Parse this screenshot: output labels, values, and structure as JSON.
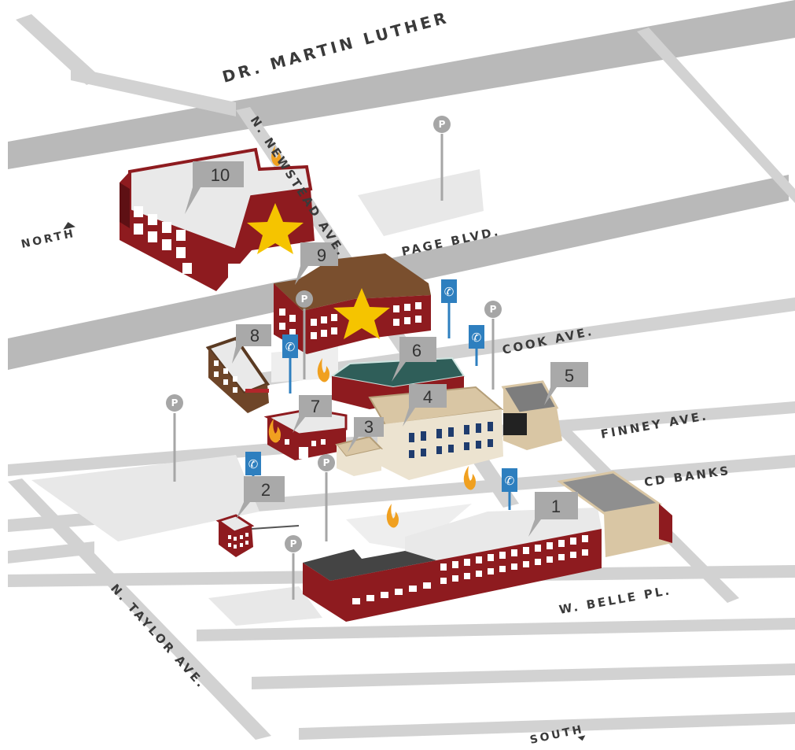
{
  "streets": {
    "mlk": "DR. MARTIN LUTHER",
    "newstead": "N. NEWSTEAD AVE.",
    "page": "PAGE BLVD.",
    "cook": "COOK AVE.",
    "finney": "FINNEY AVE.",
    "cd_banks": "CD BANKS",
    "belle": "W. BELLE PL.",
    "taylor": "N. TAYLOR AVE."
  },
  "directions": {
    "north": "NORTH",
    "south": "SOUTH"
  },
  "buildings": [
    {
      "number": "1"
    },
    {
      "number": "2"
    },
    {
      "number": "3"
    },
    {
      "number": "4"
    },
    {
      "number": "5"
    },
    {
      "number": "6"
    },
    {
      "number": "7"
    },
    {
      "number": "8"
    },
    {
      "number": "9"
    },
    {
      "number": "10"
    }
  ],
  "parking_label": "P",
  "phone_label": "✆",
  "colors": {
    "road": "#cdcdcd",
    "major_road": "#b9b9b9",
    "lot": "#e6e6e6",
    "brick": "#8e1b1f",
    "brick_dark": "#5e1014",
    "roof": "#e9e9e9",
    "tan": "#d9c6a4",
    "brown_roof": "#7a4f2e",
    "star": "#f5c400",
    "marker_grey": "#a6a6a6",
    "phone_blue": "#2e7fbf",
    "flame": "#f0a020"
  },
  "icons": [
    "north-arrow-icon",
    "south-arrow-icon",
    "parking-icon",
    "phone-icon",
    "star-icon",
    "flame-icon"
  ]
}
